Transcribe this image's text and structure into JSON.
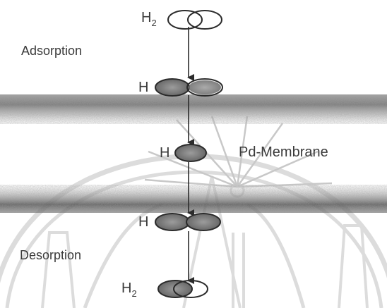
{
  "labels": {
    "adsorption": "Adsorption",
    "desorption": "Desorption",
    "membrane": "Pd-Membrane"
  },
  "species": {
    "top": {
      "symbol": "H",
      "subscript": "2"
    },
    "upper": {
      "symbol": "H",
      "subscript": ""
    },
    "middle": {
      "symbol": "H",
      "subscript": ""
    },
    "lower": {
      "symbol": "H",
      "subscript": ""
    },
    "bottom": {
      "symbol": "H",
      "subscript": "2"
    }
  },
  "colors": {
    "outline": "#2b2b2b",
    "speckle": "#7a7a7a",
    "text": "#3a3a3a",
    "watermark": "#d9d9d9"
  }
}
